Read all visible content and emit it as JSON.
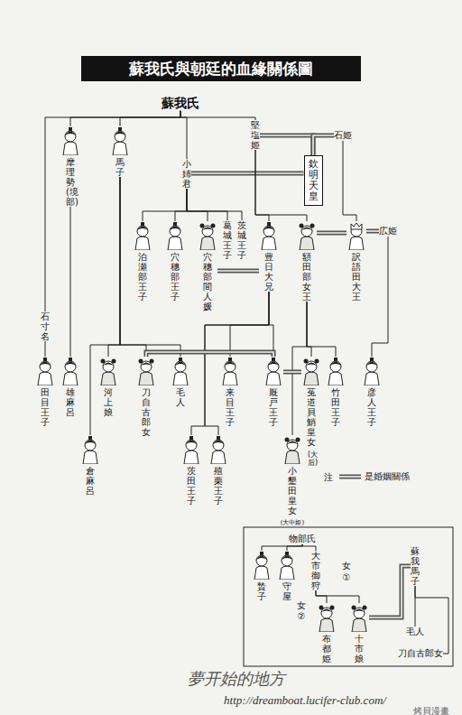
{
  "diagram": {
    "title": "蘇我氏與朝廷的血緣關係圖",
    "nodes": [
      {
        "text": [
          "蘇我氏"
        ]
      },
      {
        "text": [
          "摩理勢(境部)"
        ]
      },
      {
        "text": [
          "馬子"
        ]
      },
      {
        "text": [
          "小姉君"
        ]
      },
      {
        "text": [
          "堅塩姫"
        ]
      },
      {
        "text": [
          "欽明天皇"
        ]
      },
      {
        "text": [
          "石姫"
        ]
      },
      {
        "text": [
          "泊瀬部王子"
        ]
      },
      {
        "text": [
          "穴穗部王子"
        ]
      },
      {
        "text": [
          "穴穗部間人媛"
        ]
      },
      {
        "text": [
          "葛城王子"
        ]
      },
      {
        "text": [
          "茨城王子"
        ]
      },
      {
        "text": [
          "豊日大兄"
        ]
      },
      {
        "text": [
          "額田部女王"
        ]
      },
      {
        "text": [
          "広姫"
        ]
      },
      {
        "text": [
          "訳語田大王"
        ]
      },
      {
        "text": [
          "石寸名"
        ]
      },
      {
        "text": [
          "田目王子"
        ]
      },
      {
        "text": [
          "雄麻呂"
        ]
      },
      {
        "text": [
          "河上娘"
        ]
      },
      {
        "text": [
          "刀自古郎女"
        ]
      },
      {
        "text": [
          "毛人"
        ]
      },
      {
        "text": [
          "来目王子"
        ]
      },
      {
        "text": [
          "厩戸王子"
        ]
      },
      {
        "text": [
          "菟道貝鮹皇女"
        ]
      },
      {
        "text": [
          "竹田王子"
        ]
      },
      {
        "text": [
          "彦人王子"
        ]
      },
      {
        "text": [
          "倉麻呂"
        ]
      },
      {
        "text": [
          "茨田王子"
        ]
      },
      {
        "text": [
          "殖栗王子"
        ]
      },
      {
        "text": [
          "小墾田皇女"
        ]
      },
      {
        "text": [
          "物部氏"
        ]
      },
      {
        "text": [
          "贄子"
        ]
      },
      {
        "text": [
          "守屋"
        ]
      },
      {
        "text": [
          "大市御狩"
        ]
      },
      {
        "text": [
          "布都姫"
        ]
      },
      {
        "text": [
          "十市娘"
        ]
      },
      {
        "text": [
          "蘇我馬子"
        ]
      },
      {
        "text": [
          "毛人"
        ]
      },
      {
        "text": [
          "刀自古郎女"
        ]
      }
    ],
    "edges": [
      {
        "from": 0,
        "to": 1,
        "arrow": "none"
      },
      {
        "from": 0,
        "to": 2,
        "arrow": "none"
      },
      {
        "from": 0,
        "to": 3,
        "arrow": "none"
      },
      {
        "from": 0,
        "to": 4,
        "arrow": "none"
      },
      {
        "from": 0,
        "to": 16,
        "arrow": "none"
      },
      {
        "from": 4,
        "to": 5,
        "arrow": "none"
      },
      {
        "from": 6,
        "to": 5,
        "arrow": "none"
      },
      {
        "from": 3,
        "to": 5,
        "arrow": "none"
      },
      {
        "from": 3,
        "to": 7,
        "arrow": "none"
      },
      {
        "from": 3,
        "to": 8,
        "arrow": "none"
      },
      {
        "from": 3,
        "to": 9,
        "arrow": "none"
      },
      {
        "from": 3,
        "to": 10,
        "arrow": "none"
      },
      {
        "from": 3,
        "to": 11,
        "arrow": "none"
      },
      {
        "from": 4,
        "to": 12,
        "arrow": "none"
      },
      {
        "from": 4,
        "to": 13,
        "arrow": "none"
      },
      {
        "from": 6,
        "to": 15,
        "arrow": "none"
      },
      {
        "from": 15,
        "to": 14,
        "arrow": "none"
      },
      {
        "from": 13,
        "to": 15,
        "arrow": "none"
      },
      {
        "from": 14,
        "to": 26,
        "arrow": "none"
      },
      {
        "from": 13,
        "to": 24,
        "arrow": "none"
      },
      {
        "from": 13,
        "to": 25,
        "arrow": "none"
      },
      {
        "from": 13,
        "to": 30,
        "arrow": "none"
      },
      {
        "from": 9,
        "to": 12,
        "arrow": "none"
      },
      {
        "from": 12,
        "to": 22,
        "arrow": "none"
      },
      {
        "from": 12,
        "to": 23,
        "arrow": "none"
      },
      {
        "from": 12,
        "to": 28,
        "arrow": "none"
      },
      {
        "from": 12,
        "to": 29,
        "arrow": "none"
      },
      {
        "from": 16,
        "to": 17,
        "arrow": "none"
      },
      {
        "from": 1,
        "to": 18,
        "arrow": "none"
      },
      {
        "from": 2,
        "to": 19,
        "arrow": "none"
      },
      {
        "from": 2,
        "to": 20,
        "arrow": "none"
      },
      {
        "from": 2,
        "to": 21,
        "arrow": "none"
      },
      {
        "from": 2,
        "to": 27,
        "arrow": "none"
      },
      {
        "from": 20,
        "to": 23,
        "arrow": "none"
      },
      {
        "from": 23,
        "to": 24,
        "arrow": "none"
      },
      {
        "from": 31,
        "to": 32,
        "arrow": "none"
      },
      {
        "from": 31,
        "to": 33,
        "arrow": "none"
      },
      {
        "from": 31,
        "to": 34,
        "arrow": "none"
      },
      {
        "from": 34,
        "to": 35,
        "arrow": "none"
      },
      {
        "from": 34,
        "to": 36,
        "arrow": "none"
      },
      {
        "from": 36,
        "to": 37,
        "arrow": "none"
      },
      {
        "from": 37,
        "to": 38,
        "arrow": "none"
      },
      {
        "from": 37,
        "to": 39,
        "arrow": "none"
      }
    ],
    "labels": [
      "(大后)",
      "(大中姫)",
      "注",
      "女",
      "②",
      "女",
      "①",
      "夢开始的地方",
      "http://dreamboat.lucifer-club.com/",
      "烤貝漫畫"
    ],
    "legend": [
      {
        "text": "是婚姻關係"
      }
    ]
  }
}
